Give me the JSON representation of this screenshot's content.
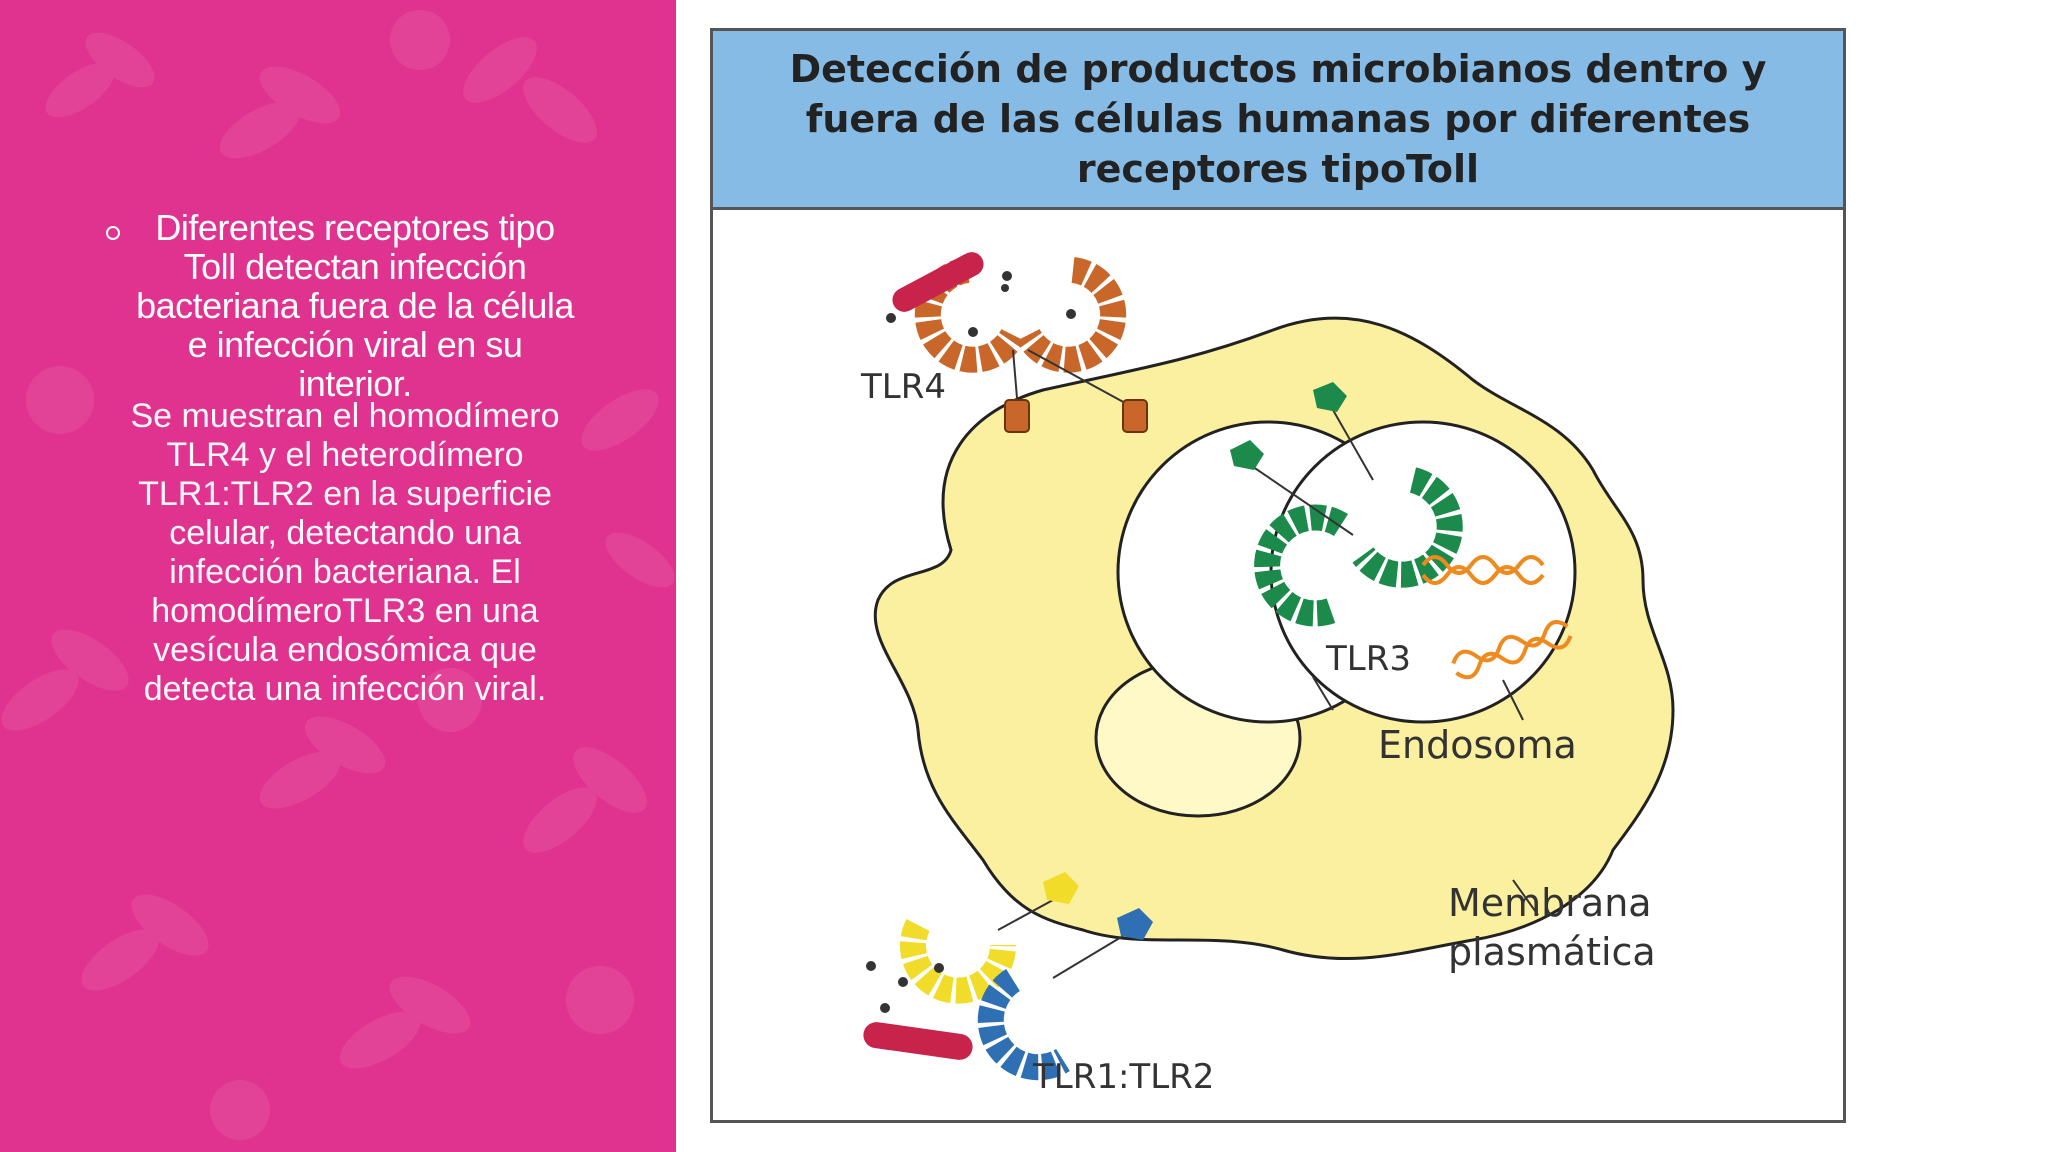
{
  "slide": {
    "bullet_strong": "Diferentes receptores tipo Toll detectan infección bacteriana fuera de la célula e infección viral en su interior.",
    "bullet_light": "Se muestran el homodímero TLR4 y el heterodímero TLR1:TLR2 en la superficie celular, detectando una infección bacteriana. El homodímeroTLR3 en una vesícula endosómica que detecta una infección viral."
  },
  "figure": {
    "title": "Detección de productos microbianos dentro y fuera de las células humanas por diferentes receptores tipoToll",
    "labels": {
      "tlr4": "TLR4",
      "tlr3": "TLR3",
      "endosome": "Endosoma",
      "membrane_line1": "Membrana",
      "membrane_line2": "plasmática",
      "tlr12": "TLR1:TLR2"
    }
  },
  "colors": {
    "panel": "#e0338f",
    "header": "#86bbe6",
    "cell": "#fbf0a0",
    "tlr4": "#c9672a",
    "tlr3": "#1c8a4a",
    "tlr1": "#f2dc2a",
    "tlr2": "#2f6fb3",
    "bacteria": "#c8234a",
    "rna": "#ef8a1e"
  }
}
